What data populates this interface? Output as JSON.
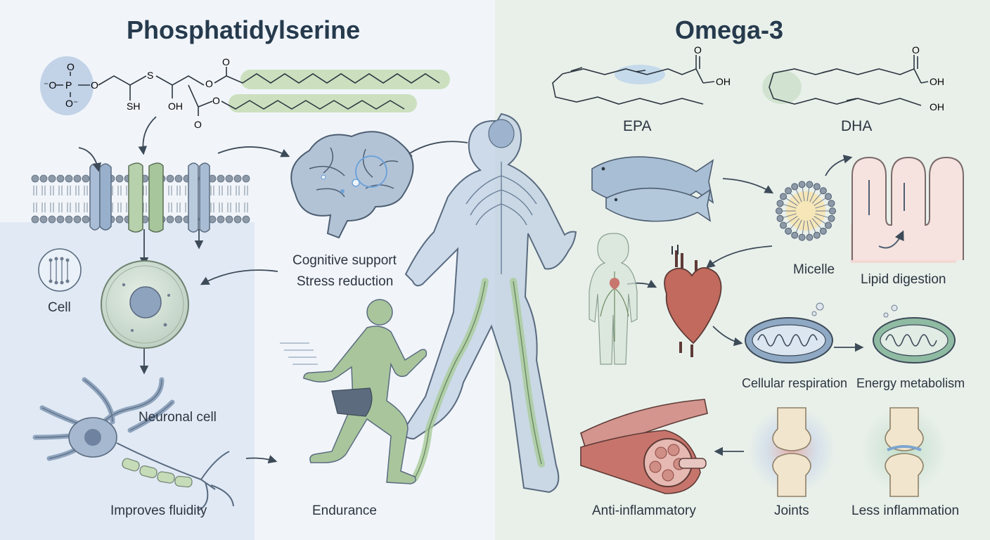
{
  "titles": {
    "left": "Phosphatidylserine",
    "right": "Omega-3"
  },
  "ps_molecule": {
    "phosphate_o_left": "⁻O",
    "phosphate_p": "P",
    "phosphate_o_bottom": "O⁻",
    "phosphate_o_right": "O",
    "s_atom": "S",
    "sh_group": "SH",
    "oh_group": "OH",
    "o_ester1": "O",
    "o_ester2": "O",
    "o_carbonyl1": "O",
    "o_carbonyl2": "O"
  },
  "omega_molecules": {
    "epa_oh": "OH",
    "epa_o": "O",
    "dha_o": "O",
    "dha_oh1": "OH",
    "dha_oh2": "OH",
    "epa_label": "EPA",
    "dha_label": "DHA"
  },
  "labels": {
    "cell": "Cell",
    "neuronal_cell": "Neuronal cell",
    "improves_fluidity": "Improves fluidity",
    "cognitive_support": "Cognitive support",
    "stress_reduction": "Stress reduction",
    "endurance": "Endurance",
    "micelle": "Micelle",
    "lipid_digestion": "Lipid digestion",
    "cellular_respiration": "Cellular respiration",
    "energy_metabolism": "Energy metabolism",
    "anti_inflammatory": "Anti-inflammatory",
    "joints": "Joints",
    "less_inflammation": "Less inflammation"
  },
  "colors": {
    "left_bg": "#eef4fa",
    "right_bg": "#e6efe8",
    "title": "#263a4d",
    "line": "#3d4a58",
    "membrane_head": "#8e9aa8",
    "green_accent": "#9dbf93",
    "blue_accent": "#9fb8d6",
    "muscle": "#c8776f",
    "heart": "#b7564a"
  }
}
